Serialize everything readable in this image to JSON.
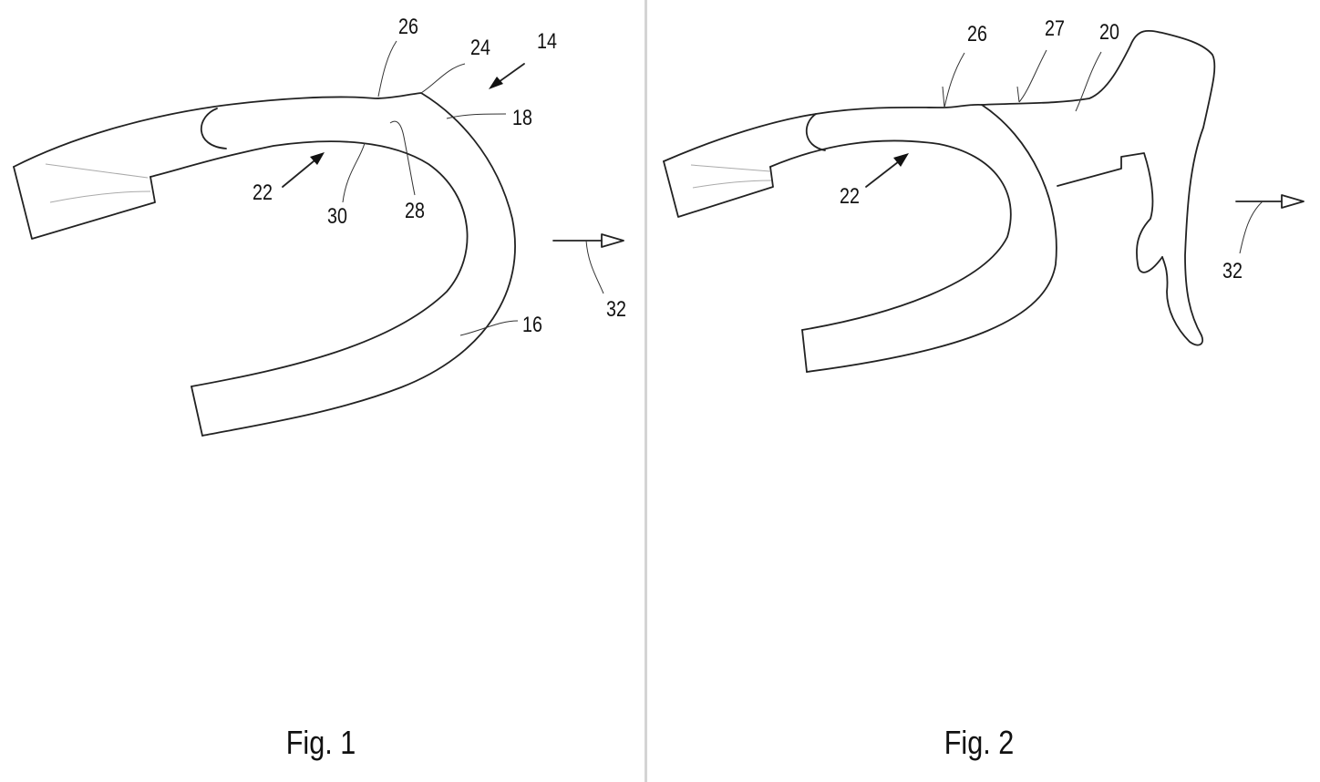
{
  "figure1": {
    "caption": "Fig. 1",
    "labels": {
      "l26": "26",
      "l24": "24",
      "l14": "14",
      "l18": "18",
      "l22": "22",
      "l30": "30",
      "l28": "28",
      "l16": "16",
      "l32": "32"
    }
  },
  "figure2": {
    "caption": "Fig. 2",
    "labels": {
      "l26": "26",
      "l27": "27",
      "l20": "20",
      "l22": "22",
      "l32": "32"
    }
  }
}
